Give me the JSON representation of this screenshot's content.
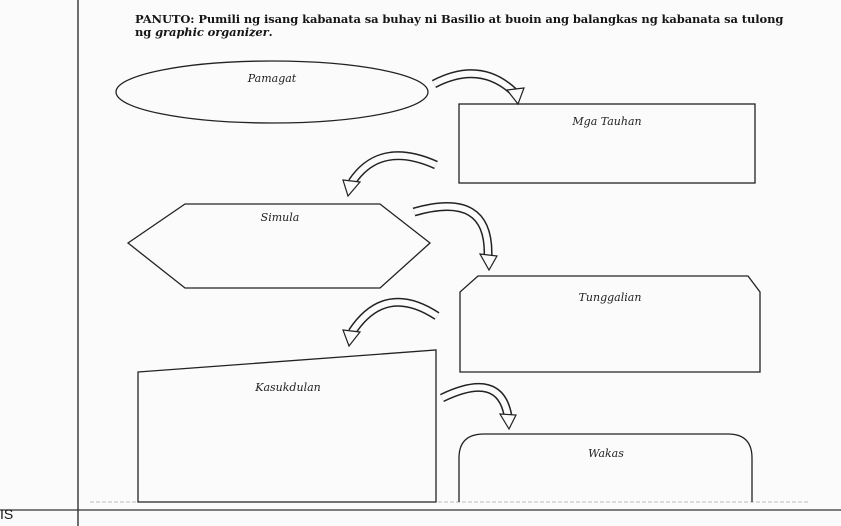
{
  "instructions": {
    "label": "PANUTO:",
    "text": "Pumili ng isang kabanata sa buhay ni Basilio at buoin ang balangkas ng kabanata sa tulong ng",
    "emphasis": "graphic organizer",
    "end": "."
  },
  "organizer": {
    "boxes": [
      {
        "label": "Pamagat"
      },
      {
        "label": "Mga Tauhan"
      },
      {
        "label": "Simula"
      },
      {
        "label": "Tunggalian"
      },
      {
        "label": "Kasukdulan"
      },
      {
        "label": "Wakas"
      }
    ]
  },
  "margin_text": "IS"
}
